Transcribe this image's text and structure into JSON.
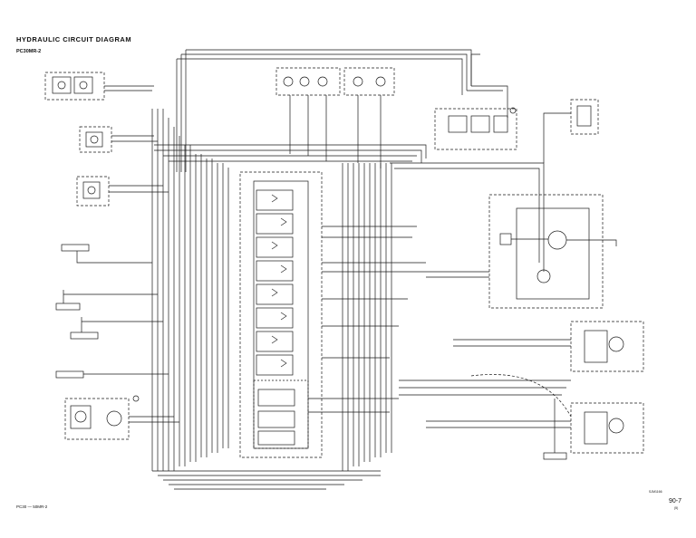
{
  "header": {
    "title": "HYDRAULIC CIRCUIT DIAGRAM",
    "model": "PC30MR-2"
  },
  "footer": {
    "left": "PC30 — 50MR-2",
    "code": "SJM1166",
    "page": "90-7",
    "revision": "(5)"
  },
  "colors": {
    "line": "#1a1a1a",
    "background": "#ffffff"
  }
}
